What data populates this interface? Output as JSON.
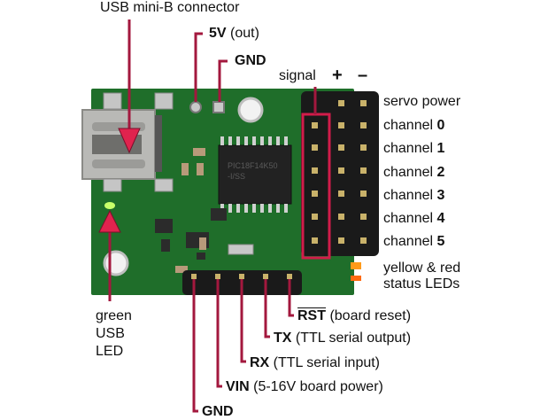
{
  "title_label": "USB mini-B connector",
  "top_labels": {
    "five_v": {
      "bold": "5V",
      "rest": " (out)"
    },
    "gnd": {
      "bold": "GND",
      "rest": ""
    }
  },
  "header_labels": {
    "signal": "signal",
    "plus": "+",
    "minus": "–"
  },
  "right_labels": [
    {
      "prefix": "servo power",
      "bold": ""
    },
    {
      "prefix": "channel ",
      "bold": "0"
    },
    {
      "prefix": "channel ",
      "bold": "1"
    },
    {
      "prefix": "channel ",
      "bold": "2"
    },
    {
      "prefix": "channel ",
      "bold": "3"
    },
    {
      "prefix": "channel ",
      "bold": "4"
    },
    {
      "prefix": "channel ",
      "bold": "5"
    }
  ],
  "status_leds_label": [
    "yellow & red",
    "status LEDs"
  ],
  "left_label": [
    "green",
    "USB",
    "LED"
  ],
  "bottom_labels": [
    {
      "bold": "RST",
      "rest": " (board reset)",
      "overline": true
    },
    {
      "bold": "TX",
      "rest": " (TTL serial output)"
    },
    {
      "bold": "RX",
      "rest": " (TTL serial input)"
    },
    {
      "bold": "VIN",
      "rest": " (5-16V board power)"
    },
    {
      "bold": "GND",
      "rest": ""
    }
  ],
  "chip_text": [
    "PIC18F14K50",
    "-I/SS"
  ],
  "colors": {
    "pcb": "#1f6e2a",
    "callout": "#a3183e",
    "arrow": "#e0234e",
    "highlight_box": "#d21c4a",
    "header": "#1a1a1a",
    "pin": "#c9b26a",
    "green_led": "#c8ff6a",
    "orange_led": "#ff9a1a"
  }
}
